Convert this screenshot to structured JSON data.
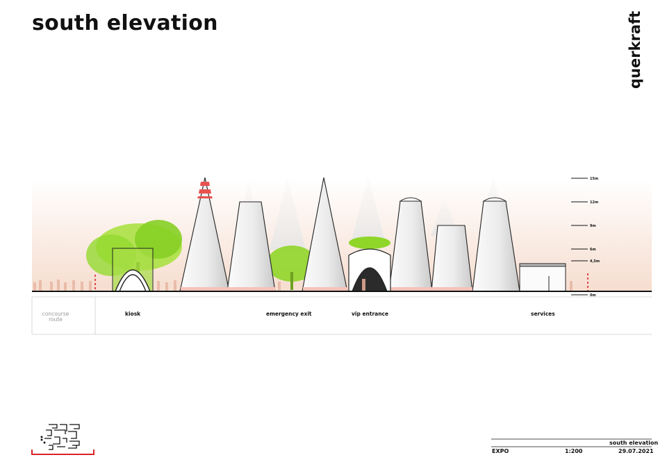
{
  "sheet": {
    "title": "south elevation",
    "brand": "querkraft"
  },
  "zones": {
    "concourse": [
      "concourse",
      "route"
    ],
    "kiosk": "kiosk",
    "emergency_exit": "emergency exit",
    "vip_entrance": "vip entrance",
    "services": "services"
  },
  "scale_marks": [
    "15m",
    "12m",
    "9m",
    "6m",
    "4,5m",
    "0m"
  ],
  "title_block": {
    "drawing": "south elevation",
    "project": "EXPO",
    "scale": "1:200",
    "date": "29.07.2021"
  },
  "colors": {
    "ink": "#111111",
    "accent_red": "#d8232a",
    "foliage": "#8fd629",
    "cone_light": "#f1f1f1",
    "cone_dark": "#cfcfcf",
    "sky_peach": "#f6ddcf"
  }
}
